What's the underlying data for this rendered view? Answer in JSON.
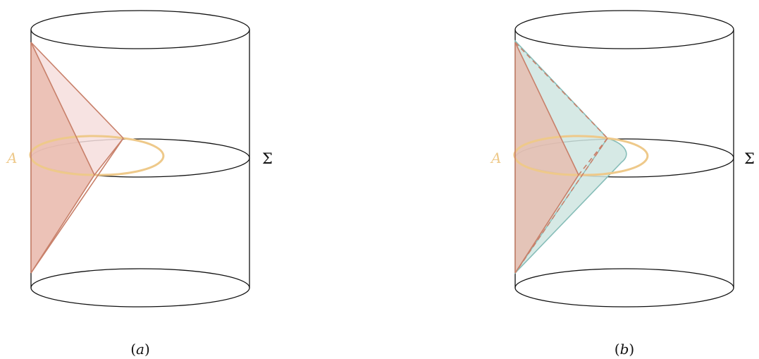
{
  "panels": [
    {
      "caption_open": "(",
      "caption_var": "a",
      "caption_close": ")",
      "region_label": "A",
      "slice_label": "Σ"
    },
    {
      "caption_open": "(",
      "caption_var": "b",
      "caption_close": ")",
      "region_label": "A",
      "slice_label": "Σ"
    }
  ],
  "colors": {
    "outline": "#111111",
    "region_ring": "#eec98a",
    "wedge_stroke": "#c8806a",
    "wedge_fill": "#e8b7a8",
    "wedge_fill_light": "#f6dedd",
    "teal_stroke": "#86bdb8",
    "teal_fill": "#cfe5e1"
  }
}
